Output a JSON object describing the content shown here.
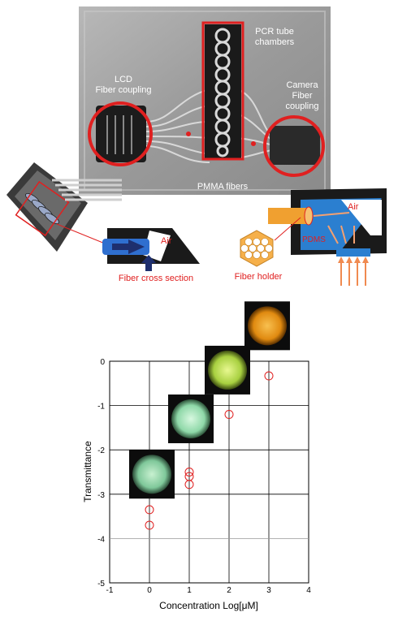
{
  "photo_labels": {
    "lcd_line1": "LCD",
    "lcd_line2": "Fiber coupling",
    "pcr_line1": "PCR tube",
    "pcr_line2": "chambers",
    "camera_line1": "Camera",
    "camera_line2": "Fiber",
    "camera_line3": "coupling",
    "pmma": "PMMA fibers"
  },
  "schematic_labels": {
    "left_air": "Air",
    "fiber_cross_section": "Fiber cross section",
    "right_air": "Air",
    "pdms": "PDMS",
    "fiber_holder": "Fiber holder"
  },
  "colors": {
    "highlight_red": "#e02020",
    "fiber_blue": "#2f6fcf",
    "arrow_navy": "#1e2f6e",
    "pdms_blue": "#2b7fd0",
    "fiber_orange": "#f0a030",
    "light_orange": "#f4a070"
  },
  "chart_data": {
    "type": "scatter",
    "xlabel": "Concentration Log[μM]",
    "ylabel": "Transmittance",
    "xlim": [
      -1,
      4
    ],
    "ylim": [
      -5,
      0
    ],
    "x_ticks": [
      "-1",
      "0",
      "1",
      "2",
      "3",
      "4"
    ],
    "y_ticks": [
      "0",
      "-1",
      "-2",
      "-3",
      "-4",
      "-5"
    ],
    "grid": true,
    "marker": "open circle",
    "marker_color": "#e02020",
    "points": [
      {
        "x": 0,
        "y": -3.35
      },
      {
        "x": 0,
        "y": -3.7
      },
      {
        "x": 1,
        "y": -2.5
      },
      {
        "x": 1,
        "y": -2.6
      },
      {
        "x": 1,
        "y": -2.78
      },
      {
        "x": 2,
        "y": -1.2
      },
      {
        "x": 3,
        "y": -0.33
      }
    ],
    "inset_images": [
      {
        "at_x": 0,
        "color": "#9fe0b0"
      },
      {
        "at_x": 1,
        "color": "#b8f0c0"
      },
      {
        "at_x": 2,
        "color": "#cde860"
      },
      {
        "at_x": 3,
        "color": "#f0a020"
      }
    ]
  }
}
